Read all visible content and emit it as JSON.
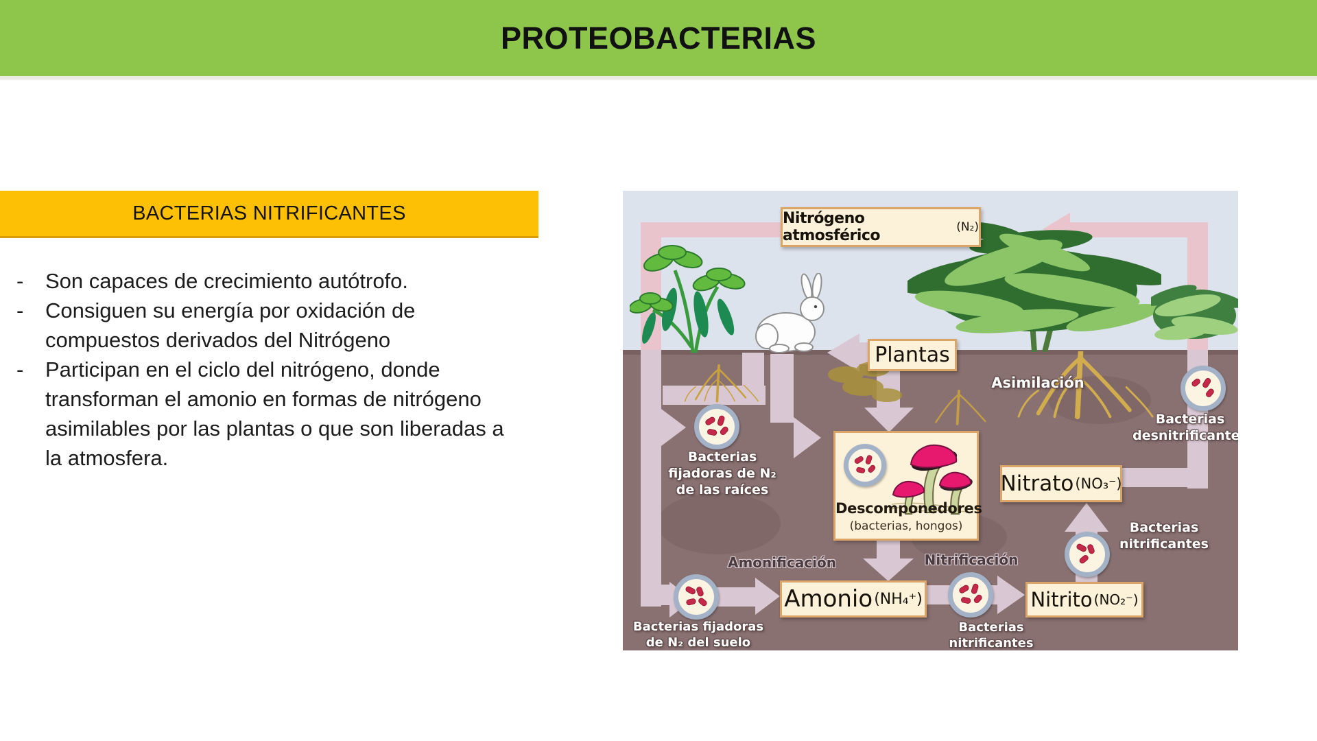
{
  "header": {
    "title": "PROTEOBACTERIAS"
  },
  "panel": {
    "heading": "BACTERIAS NITRIFICANTES",
    "bullets": [
      "Son capaces de crecimiento autótrofo.",
      "Consiguen su energía por oxidación de\ncompuestos derivados del Nitrógeno",
      "Participan en el ciclo del nitrógeno, donde\ntransforman el amonio en formas de nitrógeno\nasimilables por las plantas o que son liberadas a\nla atmosfera."
    ]
  },
  "diagram": {
    "boxes": {
      "n2": {
        "label": "Nitrógeno atmosférico",
        "formula": "(N₂)"
      },
      "plantas": {
        "label": "Plantas"
      },
      "descomponedores": {
        "label": "Descomponedores",
        "sub": "(bacterias, hongos)"
      },
      "amonio": {
        "label": "Amonio",
        "formula": "(NH₄⁺)"
      },
      "nitrito": {
        "label": "Nitrito",
        "formula": "(NO₂⁻)"
      },
      "nitrato": {
        "label": "Nitrato",
        "formula": "(NO₃⁻)"
      }
    },
    "labels": {
      "asimilacion": "Asimilación",
      "amonificacion": "Amonificación",
      "nitrificacion": "Nitrificación",
      "bacterias_raices": "Bacterias\nfijadoras de N₂\nde las raíces",
      "bacterias_suelo": "Bacterias fijadoras\nde N₂ del suelo",
      "bacterias_desnitrificantes": "Bacterias\ndesnitrificantes",
      "bacterias_nitrificantes_right": "Bacterias\nnitrificantes",
      "bacterias_nitrificantes_bottom": "Bacterias\nnitrificantes"
    }
  },
  "colors": {
    "header_green": "#8dc64a",
    "banner_yellow": "#fdc005",
    "sky": "#dde3ec",
    "soil": "#8a7171",
    "arrow_sky": "#e9c4cc",
    "arrow_soil": "#d9c8d3",
    "box_bg": "#fcf2da",
    "box_border": "#dba567",
    "bacteria_red": "#c5284a",
    "ring_blue": "#a3b2c6"
  }
}
